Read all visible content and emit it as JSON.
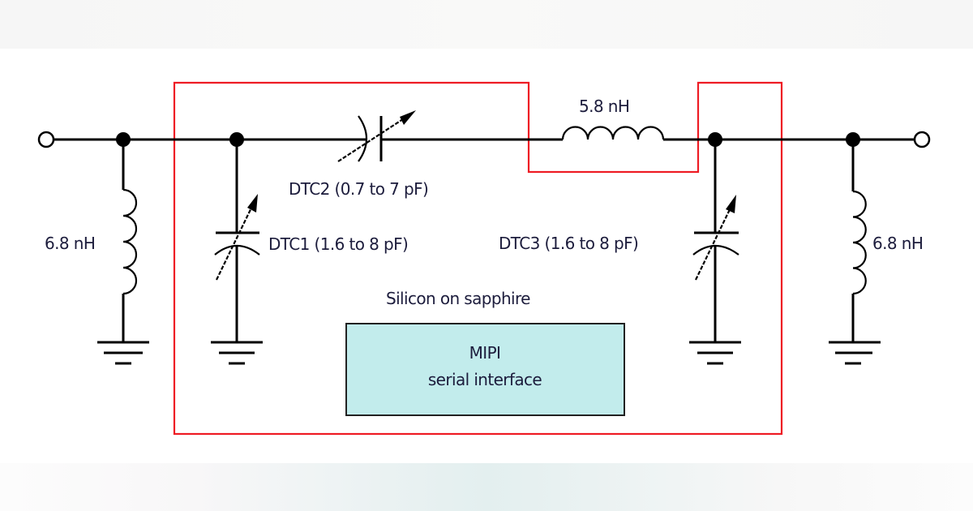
{
  "diagram": {
    "type": "circuit-schematic",
    "description": "Tunable pi-network matching circuit with digitally tunable capacitors",
    "colors": {
      "chip_outline": "#ee1c24",
      "mipi_fill": "#c2ecec",
      "wire": "#000000",
      "label_text": "#1c1c3c"
    },
    "components": {
      "shunt_inductor_left": {
        "label": "6.8 nH"
      },
      "dtc1": {
        "label": "DTC1 (1.6 to 8 pF)"
      },
      "dtc2": {
        "label": "DTC2 (0.7 to 7 pF)"
      },
      "series_inductor": {
        "label": "5.8 nH"
      },
      "dtc3": {
        "label": "DTC3 (1.6 to 8 pF)"
      },
      "shunt_inductor_right": {
        "label": "6.8 nH"
      }
    },
    "chip": {
      "label": "Silicon on sapphire",
      "mipi_line1": "MIPI",
      "mipi_line2": "serial interface"
    }
  }
}
